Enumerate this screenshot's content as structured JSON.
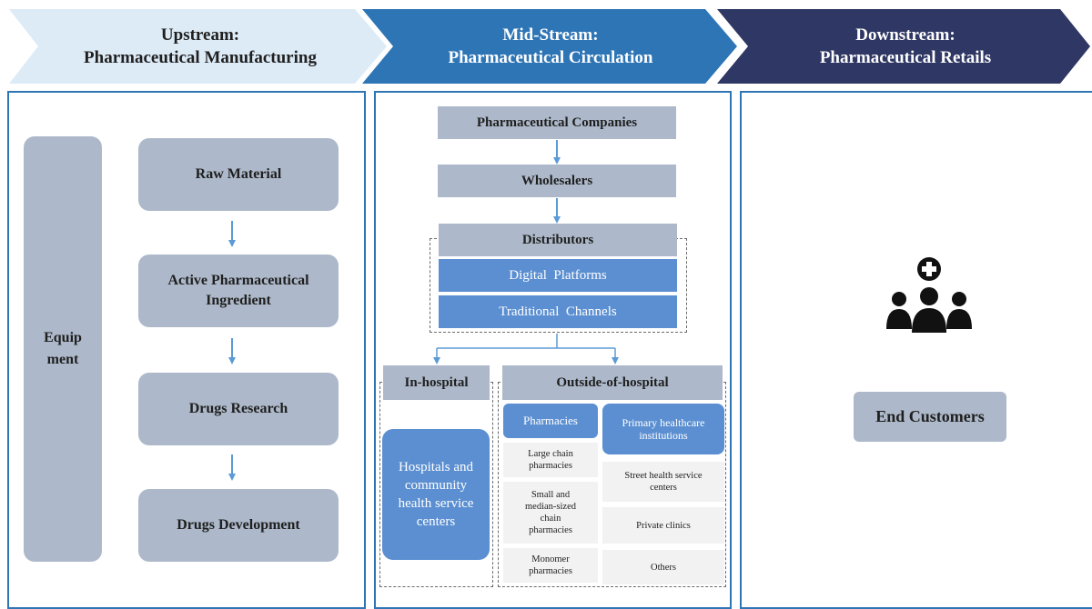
{
  "stages": {
    "upstream": {
      "line1": "Upstream:",
      "line2": "Pharmaceutical Manufacturing"
    },
    "midstream": {
      "line1": "Mid-Stream:",
      "line2": "Pharmaceutical Circulation"
    },
    "downstream": {
      "line1": "Downstream:",
      "line2": "Pharmaceutical Retails"
    }
  },
  "upstream": {
    "equipment": "Equip ment",
    "raw_material": "Raw Material",
    "api": "Active Pharmaceutical Ingredient",
    "research": "Drugs Research",
    "development": "Drugs Development"
  },
  "midstream": {
    "companies": "Pharmaceutical Companies",
    "wholesalers": "Wholesalers",
    "distributors": "Distributors",
    "digital": "Digital  Platforms",
    "traditional": "Traditional  Channels",
    "in_hospital": "In-hospital",
    "outside_hospital": "Outside-of-hospital",
    "hospitals": "Hospitals and community health service centers",
    "pharmacies": "Pharmacies",
    "primary": "Primary healthcare institutions",
    "large_chain": "Large chain pharmacies",
    "small_chain": "Small and median-sized chain pharmacies",
    "monomer": "Monomer pharmacies",
    "street": "Street health service centers",
    "private": "Private clinics",
    "others": "Others"
  },
  "downstream": {
    "end_customers": "End Customers",
    "icon": "customers-medical-icon"
  },
  "colors": {
    "upstream": "#ddebf7",
    "midstream": "#2e75b6",
    "downstream": "#2f3864",
    "grey_box": "#adb9ca",
    "blue_box": "#5b8fd1",
    "arrow": "#5b9bd5"
  }
}
